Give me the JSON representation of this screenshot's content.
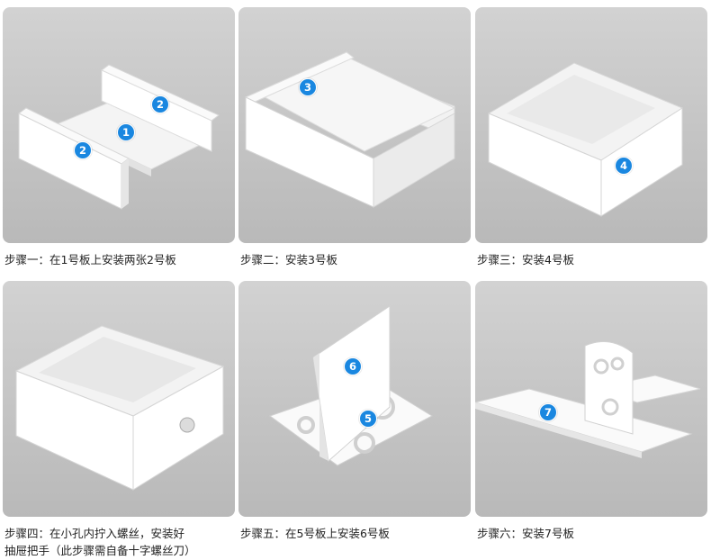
{
  "steps": [
    {
      "caption": "步骤一：在1号板上安装两张2号板",
      "badges": [
        "2",
        "1",
        "2"
      ]
    },
    {
      "caption": "步骤二：安装3号板",
      "badges": [
        "3"
      ]
    },
    {
      "caption": "步骤三：安装4号板",
      "badges": [
        "4"
      ]
    },
    {
      "caption": "步骤四：在小孔内拧入螺丝，安装好\n抽屉把手（此步骤需自备十字螺丝刀）",
      "badges": []
    },
    {
      "caption": "步骤五：在5号板上安装6号板",
      "badges": [
        "6",
        "5"
      ]
    },
    {
      "caption": "步骤六：安装7号板",
      "badges": [
        "7"
      ]
    }
  ],
  "colors": {
    "badge": "#1a87e0",
    "background": "#c8c8c8",
    "board": "#ffffff"
  }
}
